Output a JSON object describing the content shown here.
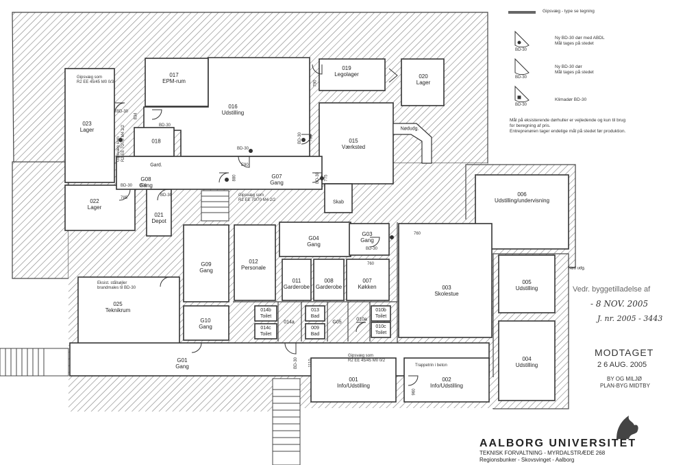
{
  "rooms": [
    {
      "id": "017",
      "name": "EPM-rum"
    },
    {
      "id": "016",
      "name": "Udstilling"
    },
    {
      "id": "019",
      "name": "Legolager"
    },
    {
      "id": "020",
      "name": "Lager"
    },
    {
      "id": "023",
      "name": "Lager"
    },
    {
      "id": "018",
      "name": ""
    },
    {
      "id": "015",
      "name": "Værksted"
    },
    {
      "id": "022",
      "name": "Lager"
    },
    {
      "id": "021",
      "name": "Depot"
    },
    {
      "id": "006",
      "name": "Udstilling/undervisning"
    },
    {
      "id": "G09",
      "name": "Gang"
    },
    {
      "id": "012",
      "name": "Personale"
    },
    {
      "id": "G04",
      "name": "Gang"
    },
    {
      "id": "G03",
      "name": "Gang"
    },
    {
      "id": "011",
      "name": "Garderobe"
    },
    {
      "id": "008",
      "name": "Garderobe"
    },
    {
      "id": "007",
      "name": "Køkken"
    },
    {
      "id": "003",
      "name": "Skolestue"
    },
    {
      "id": "005",
      "name": "Udstilling"
    },
    {
      "id": "025",
      "name": "Teknikrum"
    },
    {
      "id": "G10",
      "name": "Gang"
    },
    {
      "id": "014b",
      "name": "Toilet"
    },
    {
      "id": "013",
      "name": "Bad"
    },
    {
      "id": "014c",
      "name": "Toilet"
    },
    {
      "id": "009",
      "name": "Bad"
    },
    {
      "id": "010b",
      "name": "Toilet"
    },
    {
      "id": "010c",
      "name": "Toilet"
    },
    {
      "id": "004",
      "name": "Udstilling"
    },
    {
      "id": "G01",
      "name": "Gang"
    },
    {
      "id": "001",
      "name": "Info/Udstilling"
    },
    {
      "id": "002",
      "name": "Info/Udstilling"
    },
    {
      "id": "G08",
      "name": "Gang"
    },
    {
      "id": "G07",
      "name": "Gang"
    }
  ],
  "small_labels": {
    "gard": "Gard.",
    "skab": "Skab",
    "nodudg": "Nødudg.",
    "nodudg2": "Nød udg.",
    "g05": "G05",
    "r014a": "014a",
    "r010a": "010a",
    "bd30_a": "BD-30",
    "bd30_b": "BD-30",
    "bd30_c": "BD-30",
    "bd30_d": "BD-30",
    "bd30_e": "BD-30",
    "bd30_f": "BD-30",
    "bd30_g": "BD-30",
    "bd30_h": "BD-30",
    "bd30_i": "BD-30",
    "e90": "E90",
    "d834": "834",
    "d785": "785",
    "d800": "800",
    "d760a": "760",
    "d760b": "760",
    "d1110": "1110",
    "d880": "880",
    "d775": "775",
    "d765": "765",
    "d790": "790",
    "d960": "960",
    "note_gips1": "Gipsvæg som\nR2 EE 45/45 M0 0/3",
    "note_gips2": "Gipsvæg som\nR2 EE 70/70 M4 2/2",
    "note_gips3": "Gipsvæg som\nR2 EE 70/70 M4 2/2",
    "note_gips4": "Gipsvæg som\nR2 EE 45/45 M0 0/2",
    "note_stalsoj": "Eksist. stålsøjler\nbrandmales til BD-30",
    "note_trappe": "Trappetrin i beton"
  },
  "legend": {
    "line1": "Gipsvæg - type se tegning",
    "item1_line1": "Ny BD-30 dør med ABDL",
    "item1_line2": "Mål tages på stedet",
    "item2_line1": "Ny BD-30 dør",
    "item2_line2": "Mål tages på stedet",
    "item3_line1": "Klimadør BD-30",
    "sym_label": "BD-30",
    "note1": "Mål på eksisterende dørhuller er vejledende og kun til brug",
    "note2": "for beregning af pris.",
    "note3": "Entreprenøren tager endelige mål på stedet før produktion."
  },
  "stamp": {
    "line1": "Vedr. byggetilladelse af",
    "date_hand": "- 8 NOV. 2005",
    "jnr_hand": "J. nr. 2005 - 3443",
    "received": "MODTAGET",
    "received_date": "2 6 AUG. 2005",
    "dept1": "BY OG MILJØ",
    "dept2": "PLAN-BYG MIDTBY"
  },
  "title_block": {
    "university": "AALBORG UNIVERSITET",
    "line1": "TEKNISK FORVALTNING - MYRDALSTRÆDE 268",
    "line2": "Regionsbunker - Skovsvinget - Aalborg"
  },
  "colors": {
    "wall": "#3a3a3a",
    "hatch": "#777777",
    "ink": "#222222"
  }
}
